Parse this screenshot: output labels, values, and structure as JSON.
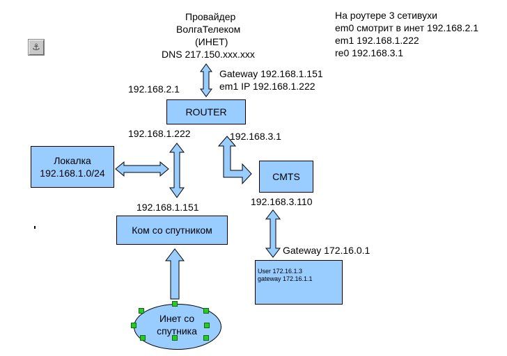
{
  "provider": {
    "line1": "Провайдер",
    "line2": "ВолгаТелеком",
    "line3": "(ИНЕТ)",
    "line4": "DNS 217.150.xxx.xxx"
  },
  "notes": {
    "line1": "На роутере 3 сетивухи",
    "line2": "em0 смотрит в инет 192.168.2.1",
    "line3": "em1 192.168.1.222",
    "line4": "re0 192.168.3.1"
  },
  "gateway_note": {
    "line1": "Gateway 192.168.1.151",
    "line2": "em1 IP    192.168.1.222"
  },
  "labels": {
    "ip_router_top": "192.168.2.1",
    "ip_router_bottom": "192.168.1.222",
    "ip_re0": "192.168.3.1",
    "ip_sat_pc": "192.168.1.151",
    "ip_cmts": "192.168.3.110",
    "gateway_cmts": "Gateway 172.16.0.1"
  },
  "nodes": {
    "router": "ROUTER",
    "lan_line1": "Локалка",
    "lan_line2": "192.168.1.0/24",
    "cmts": "CMTS",
    "sat_pc": "Ком со спутником",
    "user_line1": "User 172.16.1.3",
    "user_line2": "gateway 172.16.1.1",
    "sat_inet_line1": "Инет со",
    "sat_inet_line2": "спутника"
  },
  "icons": {
    "anchor": "⚓"
  },
  "colors": {
    "box_fill": "#99ccff",
    "handle": "#22cc22"
  }
}
